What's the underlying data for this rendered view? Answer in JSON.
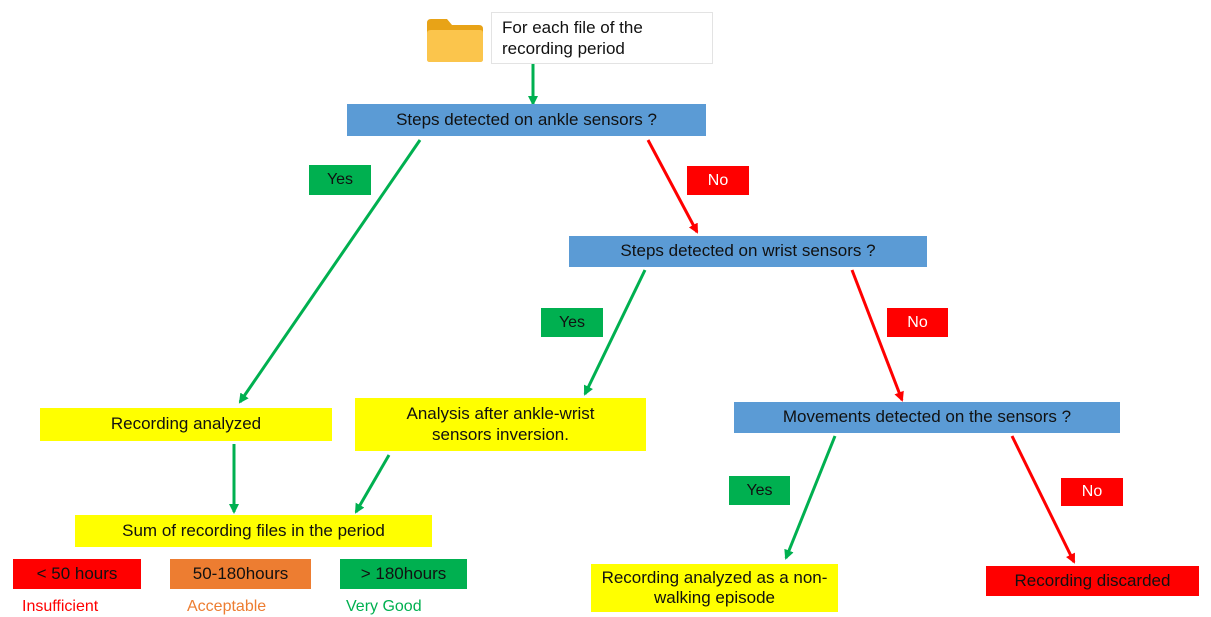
{
  "start": {
    "text": "For each file of the recording period",
    "icon": "folder-icon"
  },
  "q_ankle": "Steps detected on ankle sensors ?",
  "q_wrist": "Steps detected on wrist sensors ?",
  "q_movement": "Movements detected on the sensors ?",
  "yes_label": "Yes",
  "no_label": "No",
  "outcomes": {
    "recording_analyzed": "Recording analyzed",
    "analysis_inversion": "Analysis after ankle-wrist sensors inversion.",
    "sum_files": "Sum of recording files in the period",
    "non_walking": "Recording analyzed as a non-walking episode",
    "discarded": "Recording discarded"
  },
  "legend": [
    {
      "range": "< 50 hours",
      "quality": "Insufficient",
      "color": "#ff0000"
    },
    {
      "range": "50-180hours",
      "quality": "Acceptable",
      "color": "#ed7d31"
    },
    {
      "range": "> 180hours",
      "quality": "Very Good",
      "color": "#00b050"
    }
  ],
  "colors": {
    "yes_arrow": "#00b050",
    "no_arrow": "#ff0000",
    "question": "#5b9bd5",
    "result": "#ffff00"
  }
}
